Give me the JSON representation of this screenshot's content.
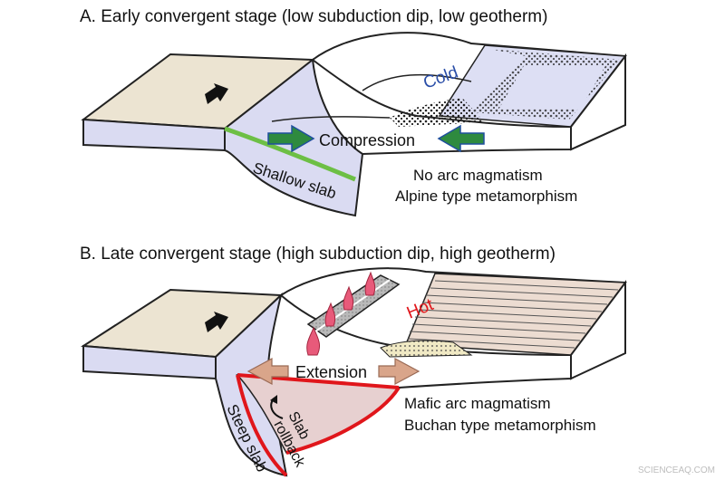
{
  "panel_a": {
    "title": "A. Early convergent stage (low subduction dip, low geotherm)",
    "cold_label": "Cold",
    "compression_label": "Compression",
    "slab_label": "Shallow slab",
    "note_line1": "No arc magmatism",
    "note_line2": "Alpine type metamorphism"
  },
  "panel_b": {
    "title": "B. Late convergent stage (high subduction dip, high geotherm)",
    "hot_label": "Hot",
    "extension_label": "Extension",
    "slab_label": "Steep slab",
    "rollback_line1": "Slab",
    "rollback_line2": "rollback",
    "note_line1": "Mafic arc magmatism",
    "note_line2": "Buchan type metamorphism"
  },
  "watermark": "SCIENCEAQ.COM",
  "colors": {
    "oceanic_top": "#ece4d2",
    "slab_face": "#dadbf2",
    "continent_top": "#ffffff",
    "plateau_fill": "#dddff4",
    "slab_base_line_a": "#6dbf45",
    "slab_base_line_b": "#e0161b",
    "compression_arrow": "#2e8a3f",
    "compression_arrow_outline": "#1f4f9e",
    "extension_arrow": "#d9a58a",
    "cold_text": "#2a4ea8",
    "hot_text": "#e0161b",
    "flame": "#e85a7a",
    "basin_fill": "#f0e9c4",
    "stripe_fill": "#ecdcd1"
  },
  "icons": {
    "plate_motion": "right-arrow-icon",
    "magma": "flame-icon",
    "rollback": "curved-arrow-icon"
  }
}
